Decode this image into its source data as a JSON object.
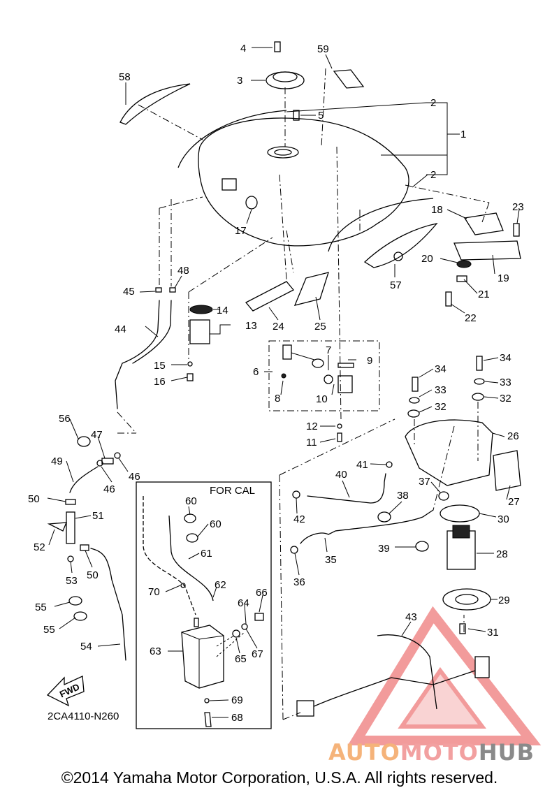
{
  "diagram": {
    "box_label": "FOR CAL",
    "fwd_label": "FWD",
    "code": "2CA4110-N260",
    "callouts": [
      {
        "id": "c1",
        "text": "1"
      },
      {
        "id": "c2a",
        "text": "2"
      },
      {
        "id": "c2b",
        "text": "2"
      },
      {
        "id": "c3",
        "text": "3"
      },
      {
        "id": "c4",
        "text": "4"
      },
      {
        "id": "c5",
        "text": "5"
      },
      {
        "id": "c6",
        "text": "6"
      },
      {
        "id": "c7",
        "text": "7"
      },
      {
        "id": "c8",
        "text": "8"
      },
      {
        "id": "c9",
        "text": "9"
      },
      {
        "id": "c10",
        "text": "10"
      },
      {
        "id": "c11",
        "text": "11"
      },
      {
        "id": "c12",
        "text": "12"
      },
      {
        "id": "c13",
        "text": "13"
      },
      {
        "id": "c14",
        "text": "14"
      },
      {
        "id": "c15",
        "text": "15"
      },
      {
        "id": "c16",
        "text": "16"
      },
      {
        "id": "c17",
        "text": "17"
      },
      {
        "id": "c18",
        "text": "18"
      },
      {
        "id": "c19",
        "text": "19"
      },
      {
        "id": "c20",
        "text": "20"
      },
      {
        "id": "c21",
        "text": "21"
      },
      {
        "id": "c22",
        "text": "22"
      },
      {
        "id": "c23",
        "text": "23"
      },
      {
        "id": "c24",
        "text": "24"
      },
      {
        "id": "c25",
        "text": "25"
      },
      {
        "id": "c26",
        "text": "26"
      },
      {
        "id": "c27",
        "text": "27"
      },
      {
        "id": "c28",
        "text": "28"
      },
      {
        "id": "c29",
        "text": "29"
      },
      {
        "id": "c30",
        "text": "30"
      },
      {
        "id": "c31",
        "text": "31"
      },
      {
        "id": "c32a",
        "text": "32"
      },
      {
        "id": "c32b",
        "text": "32"
      },
      {
        "id": "c33a",
        "text": "33"
      },
      {
        "id": "c33b",
        "text": "33"
      },
      {
        "id": "c34a",
        "text": "34"
      },
      {
        "id": "c34b",
        "text": "34"
      },
      {
        "id": "c35",
        "text": "35"
      },
      {
        "id": "c36",
        "text": "36"
      },
      {
        "id": "c37",
        "text": "37"
      },
      {
        "id": "c38",
        "text": "38"
      },
      {
        "id": "c39",
        "text": "39"
      },
      {
        "id": "c40",
        "text": "40"
      },
      {
        "id": "c41",
        "text": "41"
      },
      {
        "id": "c42",
        "text": "42"
      },
      {
        "id": "c43",
        "text": "43"
      },
      {
        "id": "c44",
        "text": "44"
      },
      {
        "id": "c45",
        "text": "45"
      },
      {
        "id": "c46a",
        "text": "46"
      },
      {
        "id": "c46b",
        "text": "46"
      },
      {
        "id": "c47",
        "text": "47"
      },
      {
        "id": "c48",
        "text": "48"
      },
      {
        "id": "c49",
        "text": "49"
      },
      {
        "id": "c50a",
        "text": "50"
      },
      {
        "id": "c50b",
        "text": "50"
      },
      {
        "id": "c51",
        "text": "51"
      },
      {
        "id": "c52",
        "text": "52"
      },
      {
        "id": "c53",
        "text": "53"
      },
      {
        "id": "c54",
        "text": "54"
      },
      {
        "id": "c55a",
        "text": "55"
      },
      {
        "id": "c55b",
        "text": "55"
      },
      {
        "id": "c56",
        "text": "56"
      },
      {
        "id": "c57",
        "text": "57"
      },
      {
        "id": "c58",
        "text": "58"
      },
      {
        "id": "c59",
        "text": "59"
      },
      {
        "id": "c60a",
        "text": "60"
      },
      {
        "id": "c60b",
        "text": "60"
      },
      {
        "id": "c61",
        "text": "61"
      },
      {
        "id": "c62",
        "text": "62"
      },
      {
        "id": "c63",
        "text": "63"
      },
      {
        "id": "c64",
        "text": "64"
      },
      {
        "id": "c65",
        "text": "65"
      },
      {
        "id": "c66",
        "text": "66"
      },
      {
        "id": "c67",
        "text": "67"
      },
      {
        "id": "c68",
        "text": "68"
      },
      {
        "id": "c69",
        "text": "69"
      },
      {
        "id": "c70",
        "text": "70"
      }
    ]
  },
  "copyright": "©2014 Yamaha Motor Corporation, U.S.A. All rights reserved.",
  "watermark": {
    "part1": "AUTO",
    "part2": "MOTO",
    "part3": "HUB"
  },
  "colors": {
    "watermark_red": "#e84a4a",
    "watermark_orange": "#f5b37a",
    "watermark_grey": "#8a8a8a"
  }
}
